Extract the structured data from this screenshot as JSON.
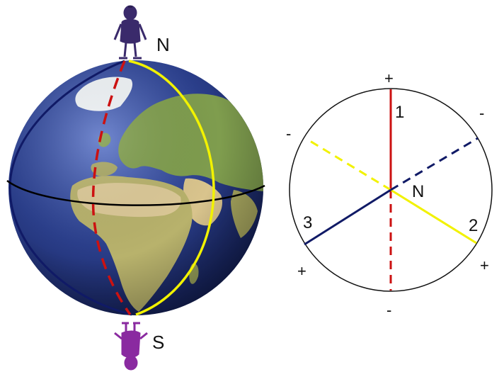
{
  "globe": {
    "north_label": "N",
    "south_label": "S",
    "colors": {
      "ocean": "#2b3f8c",
      "land": "#8aa457",
      "desert": "#d8c58f",
      "ice": "#f4f6f8",
      "equator": "#000000",
      "meridian_red": "#cc1111",
      "meridian_yellow": "#f2f200",
      "meridian_navy": "#101a66",
      "figure_north": "#3a2a6b",
      "figure_south": "#8a2aa0"
    }
  },
  "compass": {
    "center_label": "N",
    "line_labels": [
      "1",
      "2",
      "3"
    ],
    "sign_labels": {
      "line1_top": "+",
      "line1_bottom": "-",
      "line2_end": "+",
      "line2_opposite": "-",
      "line3_end": "+",
      "line3_opposite": "-"
    }
  }
}
